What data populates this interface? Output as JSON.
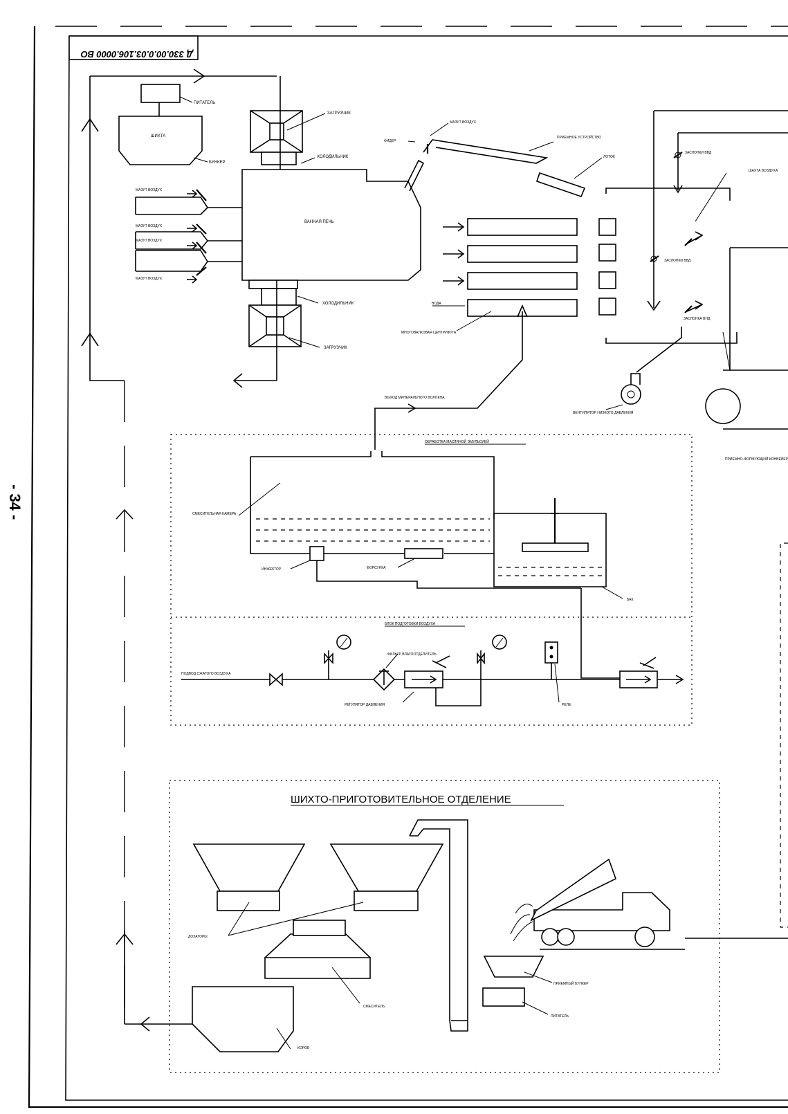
{
  "stamp": {
    "code": "Д 330.00.0.03.106.0000 ВО",
    "text_orientation": "rotated-180"
  },
  "page_number": "- 34 -",
  "labels": {
    "shihta": "ШИХТА",
    "pitatel_top": "ПИТАТЕЛЬ",
    "bunker": "БУНКЕР",
    "zagruzchik_top": "ЗАГРУЗЧИК",
    "holodilnik_top": "ХОЛОДИЛЬНИК",
    "fuel_air_1": "МАЗУТ ВОЗДУХ",
    "fuel_air_2": "МАЗУТ ВОЗДУХ",
    "fuel_air_3": "МАЗУТ ВОЗДУХ",
    "fuel_air_4": "МАЗУТ ВОЗДУХ",
    "furnace": "ВАННАЯ ПЕЧЬ",
    "holodilnik_bottom": "ХОЛОДИЛЬНИК",
    "zagruzchik_bottom": "ЗАГРУЗЧИК",
    "feeder": "ФИДЕР",
    "fuel_air_feeder": "МАЗУТ ВОЗДУХ",
    "forming_device": "ПРИЕМНОЕ УСТРОЙСТВО",
    "lotok": "ЛОТОК",
    "water": "ВОДА",
    "centrifuge": "МНОГОВАЛКОВАЯ ЦЕНТРИФУГА",
    "exit_fiber": "ВЫХОД МИНЕРАЛЬНОГО ВОЛОКНА",
    "valve_vvd_top": "ЗАСЛОНКИ ВВД",
    "air_shaft": "ШАХТА ВОЗДУХА",
    "valve_vvd_mid": "ЗАСЛОНКИ ВВД",
    "valve_vnd": "ЗАСЛОНКА ВНД",
    "fan": "ВЕНТИЛЯТОР НИЗКОГО ДАВЛЕНИЯ",
    "conveyor": "ПРИЕМНО-ФОРМУЮЩИЙ КОНВЕЙЕР",
    "oiling_title": "ОБРАБОТКА МАСЛЯНОЙ ЭМУЛЬСИЕЙ",
    "mixing_chamber": "СМЕСИТЕЛЬНАЯ КАМЕРА",
    "injector": "ИНЖЕКТОР",
    "nozzle": "ФОРСУНКА",
    "tank": "БАК",
    "air_prep_title": "БЛОК ПОДГОТОВКИ ВОЗДУХА",
    "filter": "ФИЛЬТР ВЛАГООТДЕЛИТЕЛЬ",
    "compressed_air": "ПОДВОД СЖАТОГО ВОЗДУХА",
    "pressure_reg": "РЕГУЛЯТОР ДАВЛЕНИЯ",
    "relay": "РЕЛЕ",
    "batch_title": "ШИХТО-ПРИГОТОВИТЕЛЬНОЕ ОТДЕЛЕНИЕ",
    "dosers": "ДОЗАТОРЫ",
    "mixer": "СМЕСИТЕЛЬ",
    "receiving_bunker": "ПРИЕМНЫЙ БУНКЕР",
    "feeder_bottom": "ПИТАТЕЛЬ",
    "batch_bunker": "КОРОБ"
  }
}
